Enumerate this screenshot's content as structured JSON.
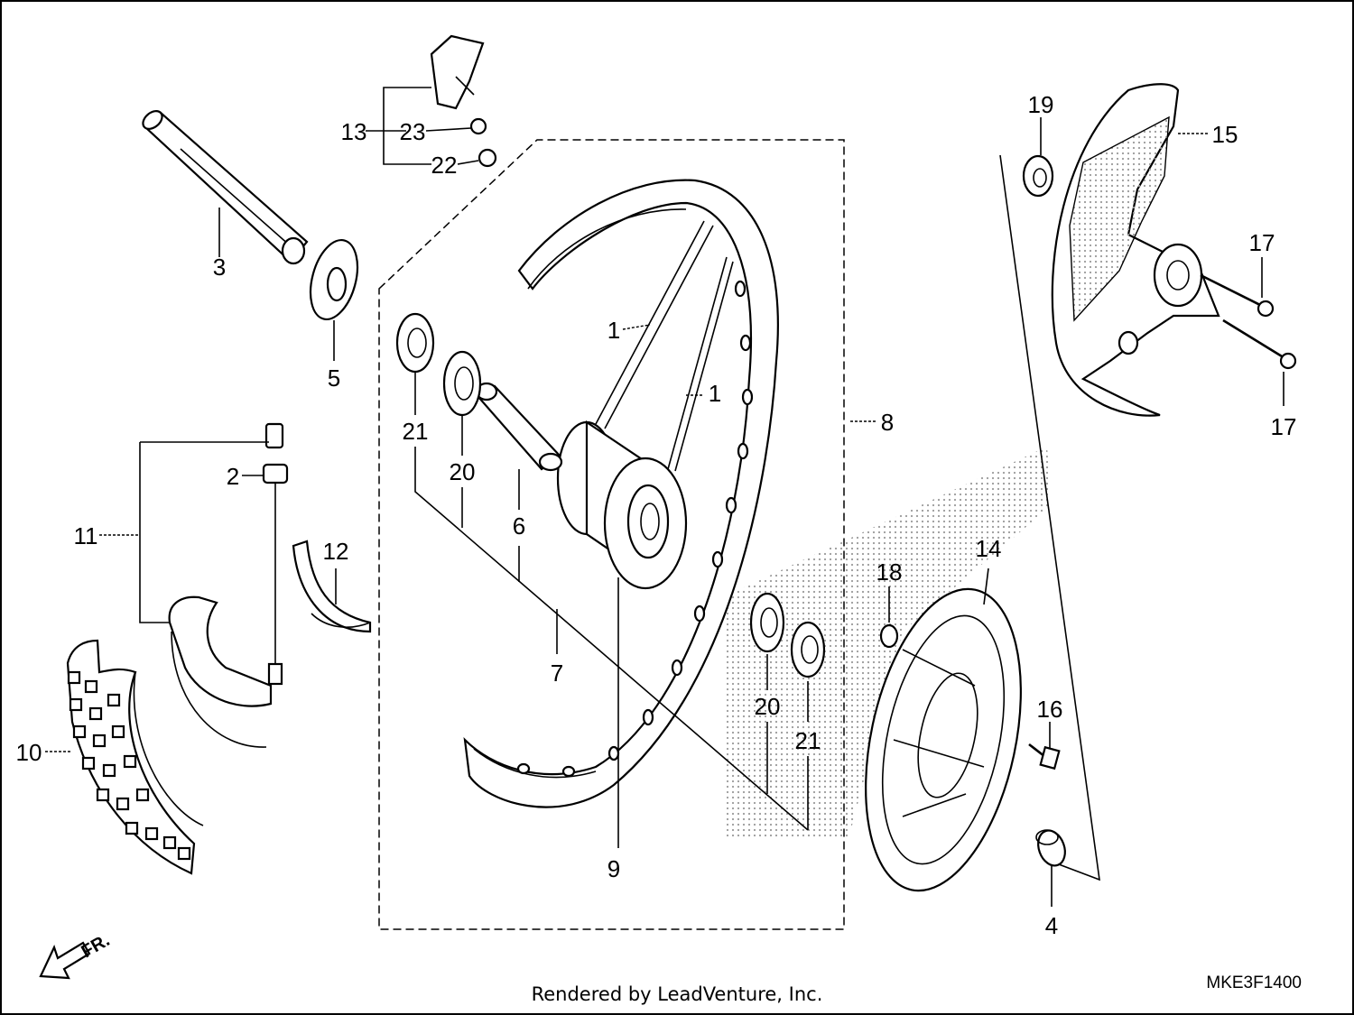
{
  "diagram": {
    "code": "MKE3F1400",
    "direction_label": "FR.",
    "credit": "Rendered by LeadVenture, Inc.",
    "callouts": {
      "c1a": "1",
      "c1b": "1",
      "c2": "2",
      "c3": "3",
      "c4": "4",
      "c5": "5",
      "c6": "6",
      "c7": "7",
      "c8": "8",
      "c9": "9",
      "c10": "10",
      "c11": "11",
      "c12": "12",
      "c13": "13",
      "c14": "14",
      "c15": "15",
      "c16": "16",
      "c17a": "17",
      "c17b": "17",
      "c18": "18",
      "c19": "19",
      "c20a": "20",
      "c20b": "20",
      "c21a": "21",
      "c21b": "21",
      "c22": "22",
      "c23": "23"
    }
  }
}
